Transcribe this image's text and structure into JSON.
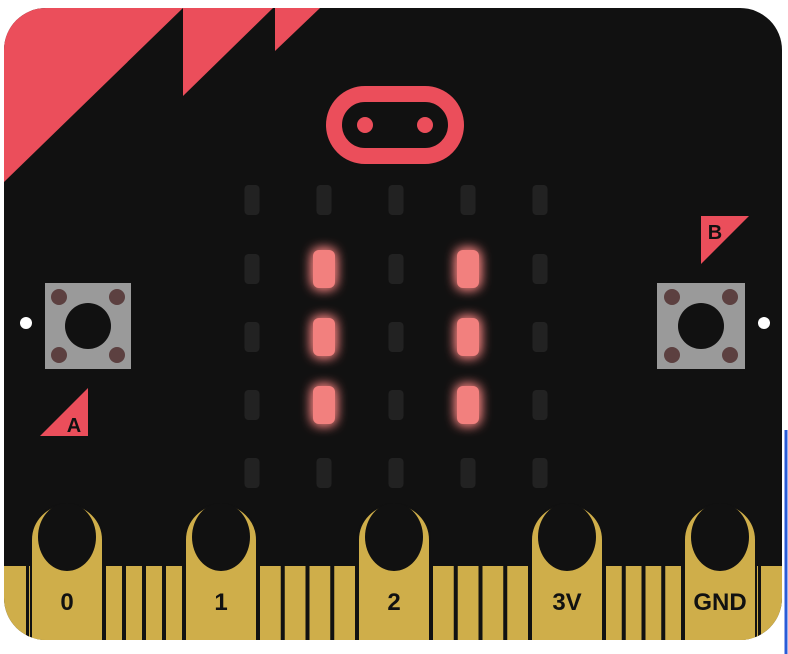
{
  "colors": {
    "board": "#111111",
    "accent": "#eb4e5b",
    "gold": "#cfae4a",
    "led_off": "#222222",
    "led_on": "#f2807e",
    "button": "#9a9a9a"
  },
  "buttons": {
    "a_label": "A",
    "b_label": "B"
  },
  "pins": [
    {
      "label": "0"
    },
    {
      "label": "1"
    },
    {
      "label": "2"
    },
    {
      "label": "3V"
    },
    {
      "label": "GND"
    }
  ],
  "led_matrix": [
    [
      0,
      0,
      0,
      0,
      0
    ],
    [
      0,
      1,
      0,
      1,
      0
    ],
    [
      0,
      1,
      0,
      1,
      0
    ],
    [
      0,
      1,
      0,
      1,
      0
    ],
    [
      0,
      0,
      0,
      0,
      0
    ]
  ]
}
